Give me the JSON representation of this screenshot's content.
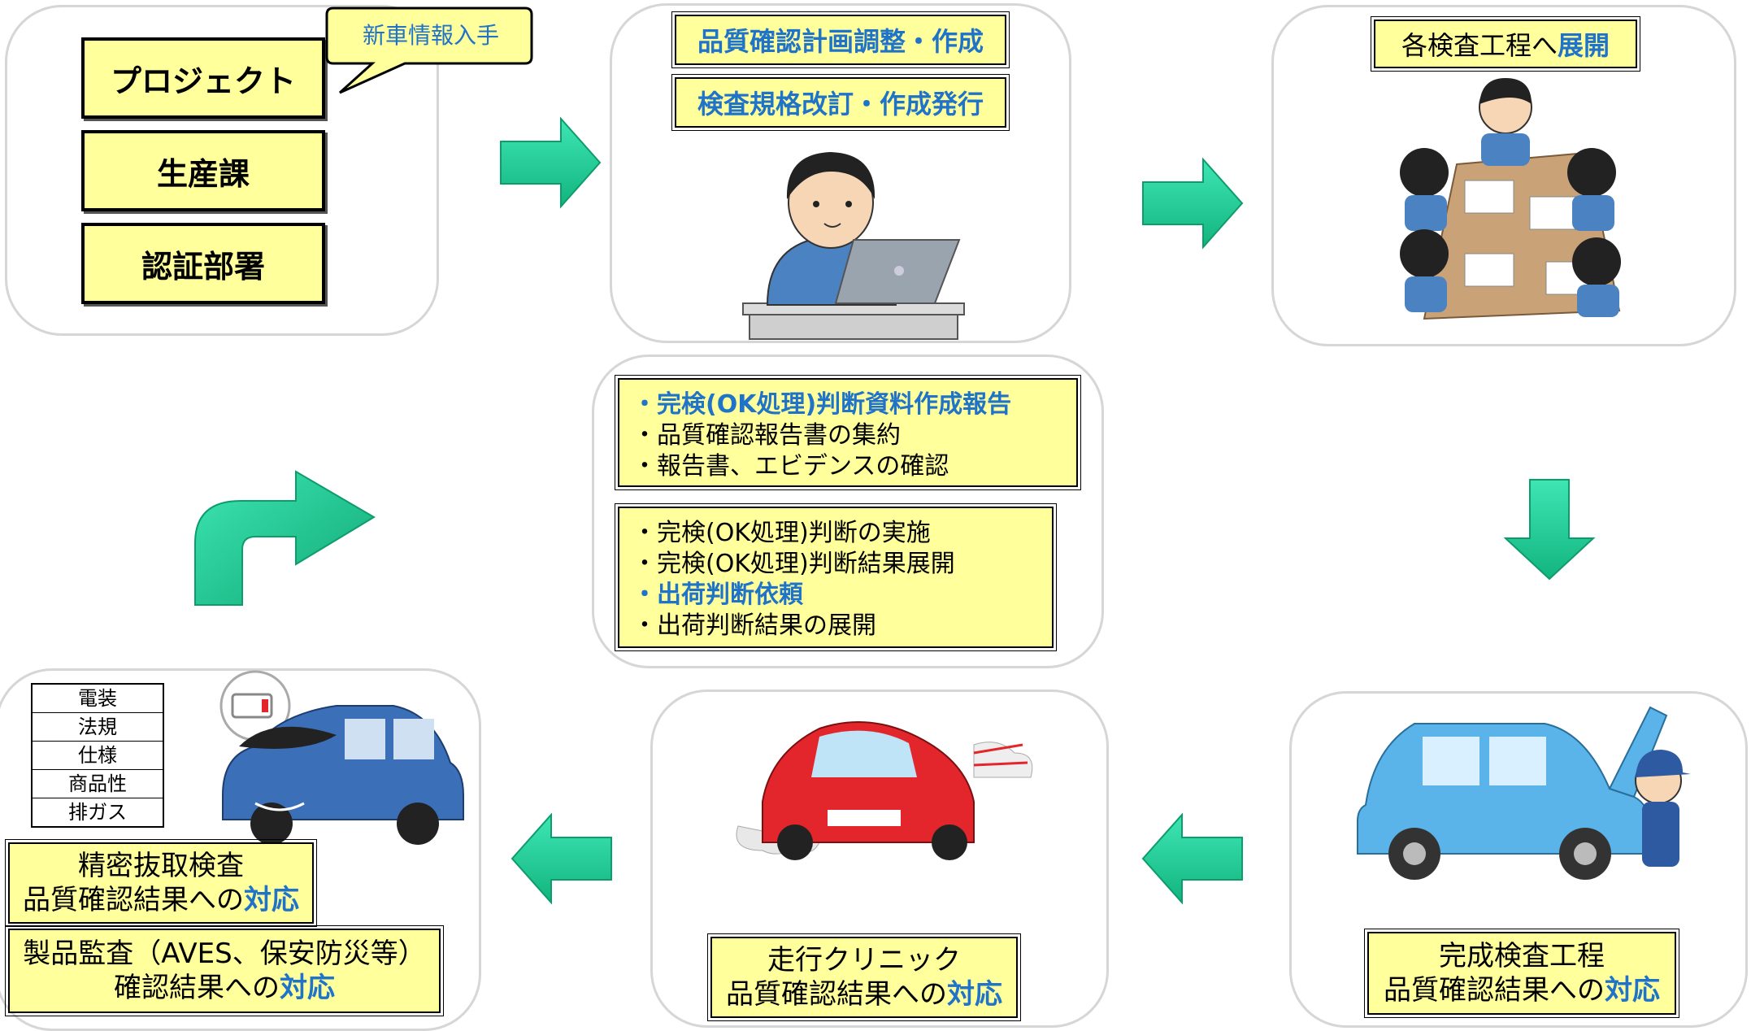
{
  "colors": {
    "box_fill": "#ffff9c",
    "accent_blue": "#1f73c8",
    "arrow_green": "#1ecf9a",
    "panel_border": "#d6d6d6"
  },
  "panel1": {
    "bubble": "新車情報入手",
    "items": [
      "プロジェクト",
      "生産課",
      "認証部署"
    ]
  },
  "panel2": {
    "box1": "品質確認計画調整・作成",
    "box2": "検査規格改訂・作成発行"
  },
  "panel3": {
    "title_prefix": "各検査工程へ",
    "title_em": "展開"
  },
  "center": {
    "box1_line1": "・完検(OK処理)判断資料作成報告",
    "box1_line2": "・品質確認報告書の集約",
    "box1_line3": "・報告書、エビデンスの確認",
    "box2_line1": "・完検(OK処理)判断の実施",
    "box2_line2": "・完検(OK処理)判断結果展開",
    "box2_line3": "・出荷判断依頼",
    "box2_line4": "・出荷判断結果の展開"
  },
  "panel4": {
    "line1": "完成検査工程",
    "line2_prefix": "品質確認結果への",
    "line2_em": "対応"
  },
  "panel5": {
    "line1": "走行クリニック",
    "line2_prefix": "品質確認結果への",
    "line2_em": "対応"
  },
  "panel6": {
    "table": [
      "電装",
      "法規",
      "仕様",
      "商品性",
      "排ガス"
    ],
    "box1_line1": "精密抜取検査",
    "box1_line2_prefix": "品質確認結果への",
    "box1_line2_em": "対応",
    "box2_line1": "製品監査（AVES、保安防災等）",
    "box2_line2_prefix": "確認結果への",
    "box2_line2_em": "対応"
  }
}
